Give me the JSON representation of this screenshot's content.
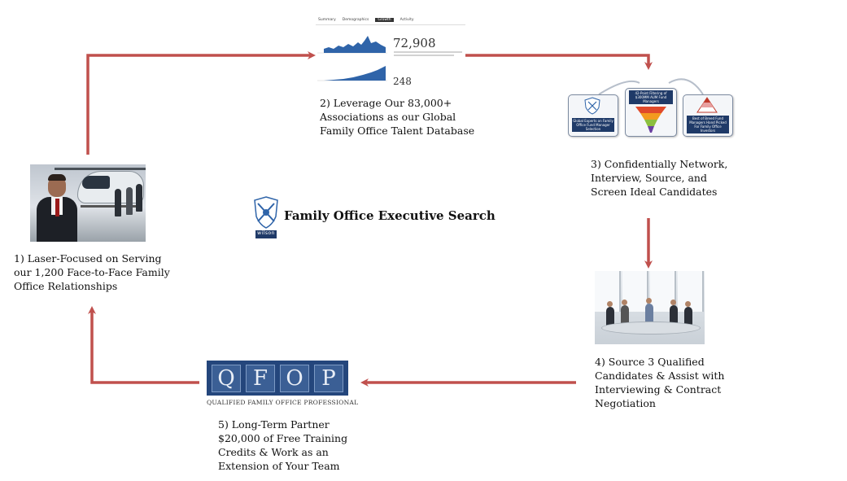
{
  "center": {
    "title": "Family Office Executive Search",
    "logo_text": "wilson"
  },
  "steps": [
    {
      "caption": "1) Laser-Focused on Serving\nour 1,200 Face-to-Face Family\nOffice Relationships"
    },
    {
      "caption": "2) Leverage Our 83,000+\nAssociations as our Global\nFamily Office Talent Database"
    },
    {
      "caption": "3) Confidentially Network,\nInterview, Source, and\nScreen Ideal Candidates"
    },
    {
      "caption": "4) Source 3 Qualified\nCandidates & Assist with\nInterviewing & Contract\nNegotiation"
    },
    {
      "caption": "5) Long-Term Partner\n$20,000 of Free Training\nCredits & Work as an\nExtension of Your Team"
    }
  ],
  "dashboard": {
    "tabs": [
      "Summary",
      "Demographics",
      "Growth",
      "Activity"
    ],
    "active_tab": "Growth",
    "top_value": "72,908",
    "bottom_value": "248"
  },
  "process": {
    "left_label": "Global Experts on Family Office Fund Manager Selection",
    "mid_label": "42-Point Filtering of $300MM AUM Fund Managers",
    "right_label": "Best of Breed Fund Managers Hand Picked For Family Office Investors"
  },
  "qfop": {
    "letters": [
      "Q",
      "F",
      "O",
      "P"
    ],
    "subtitle": "QUALIFIED FAMILY OFFICE PROFESSIONAL"
  },
  "colors": {
    "arrow": "#c0504d",
    "navy": "#24467c"
  }
}
